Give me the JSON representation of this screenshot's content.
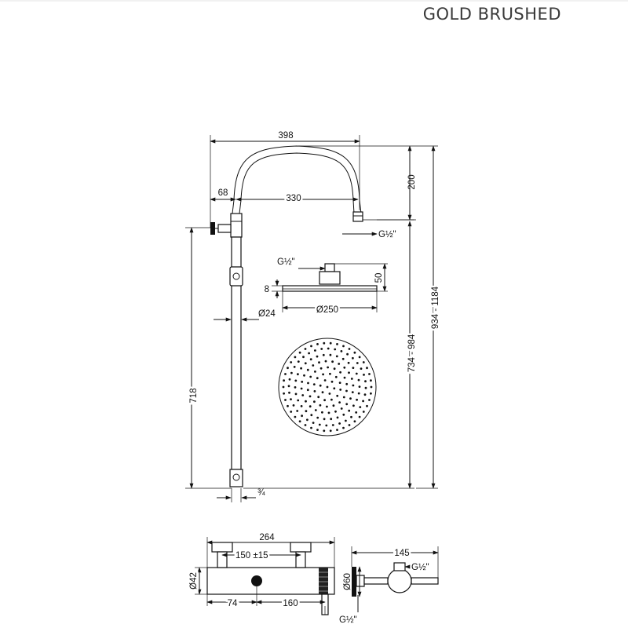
{
  "header": {
    "title": "GOLD BRUSHED"
  },
  "dimensions": {
    "arm_width": "398",
    "arm_inner": "330",
    "wall_offset": "68",
    "arm_height": "200",
    "thread_arm": "G½\"",
    "thread_head": "G½\"",
    "head_height": "50",
    "head_thickness": "8",
    "head_diameter": "Ø250",
    "pipe_diameter": "Ø24",
    "bar_length": "718",
    "height_range_1": "734 - 984",
    "height_range_2": "934 - 1184",
    "bottom_thread": "¾",
    "mixer_width": "264",
    "mixer_centers": "150 ±15",
    "mixer_diameter": "Ø42",
    "mixer_left": "74",
    "mixer_center": "160",
    "side_depth": "145",
    "side_thread_top": "G½\"",
    "side_diameter": "Ø60",
    "side_thread_bottom": "G½\""
  }
}
